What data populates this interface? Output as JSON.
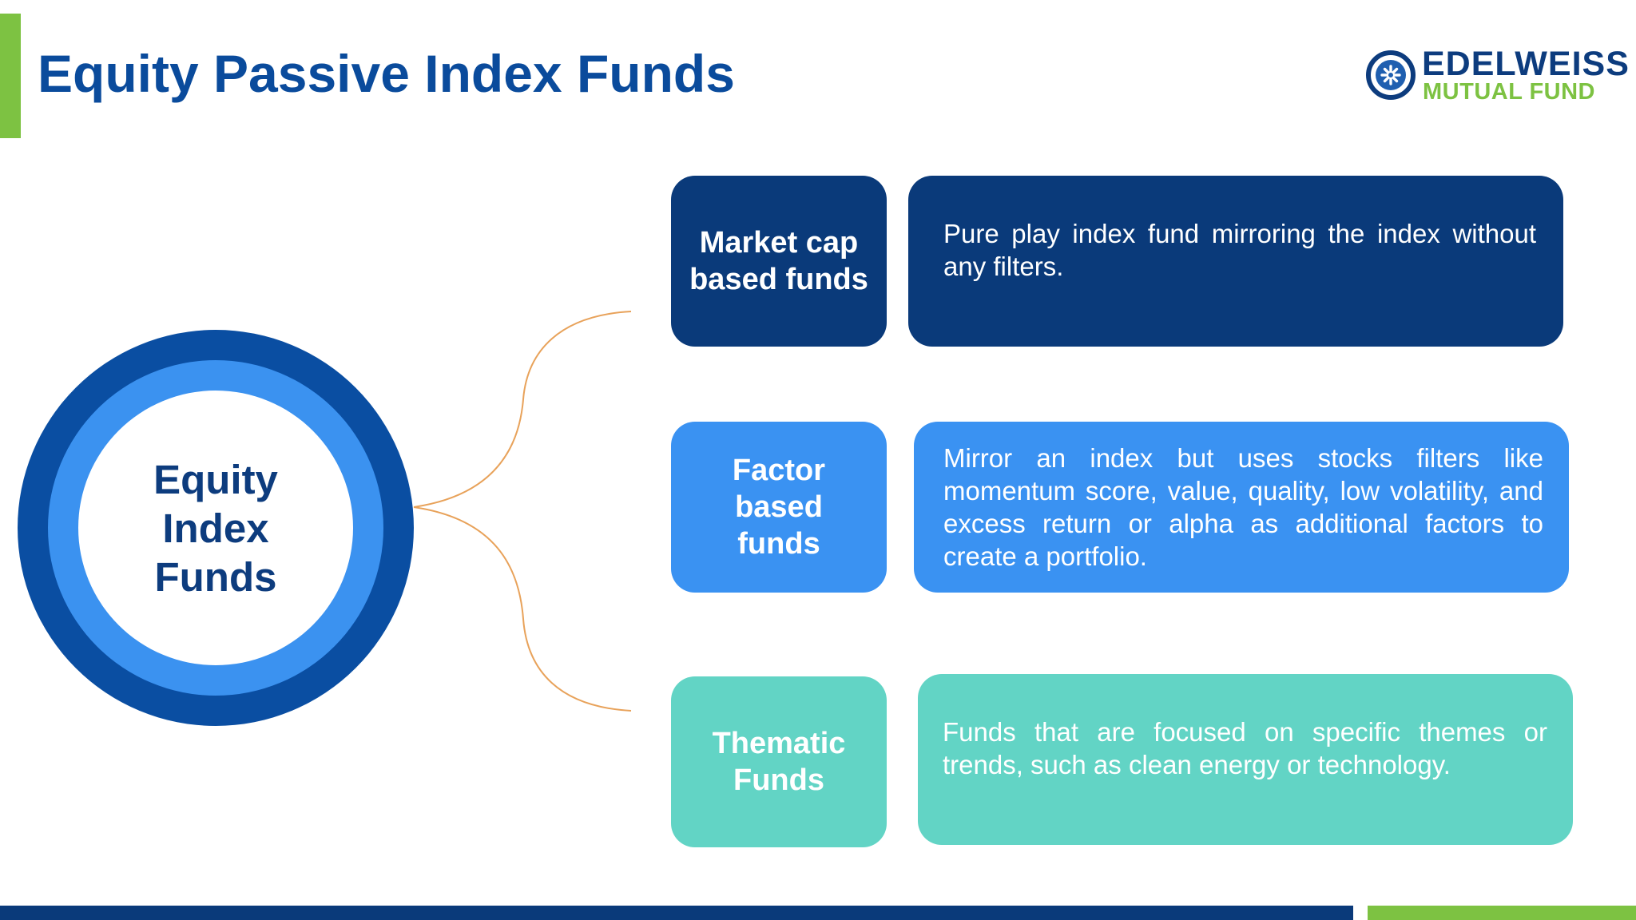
{
  "header": {
    "title": "Equity Passive Index Funds"
  },
  "logo": {
    "line1": "EDELWEISS",
    "line2": "MUTUAL FUND",
    "icon": "edelweiss-flower-icon"
  },
  "hub": {
    "label": "Equity Index Funds"
  },
  "categories": [
    {
      "label": "Market cap based funds",
      "description": "Pure play index fund mirroring the index without any filters."
    },
    {
      "label": "Factor based funds",
      "description": "Mirror an index but uses stocks filters like momentum score, value, quality, low volatility, and excess return or alpha as additional factors to create a portfolio."
    },
    {
      "label": "Thematic Funds",
      "description": "Funds that are focused on specific themes or trends, such as clean energy or technology."
    }
  ],
  "colors": {
    "title": "#0a4b9c",
    "accent_green": "#7dc242",
    "dark_blue": "#0a3a7a",
    "mid_blue": "#3a92f2",
    "teal": "#62d4c5",
    "connector": "#e8a25a"
  }
}
